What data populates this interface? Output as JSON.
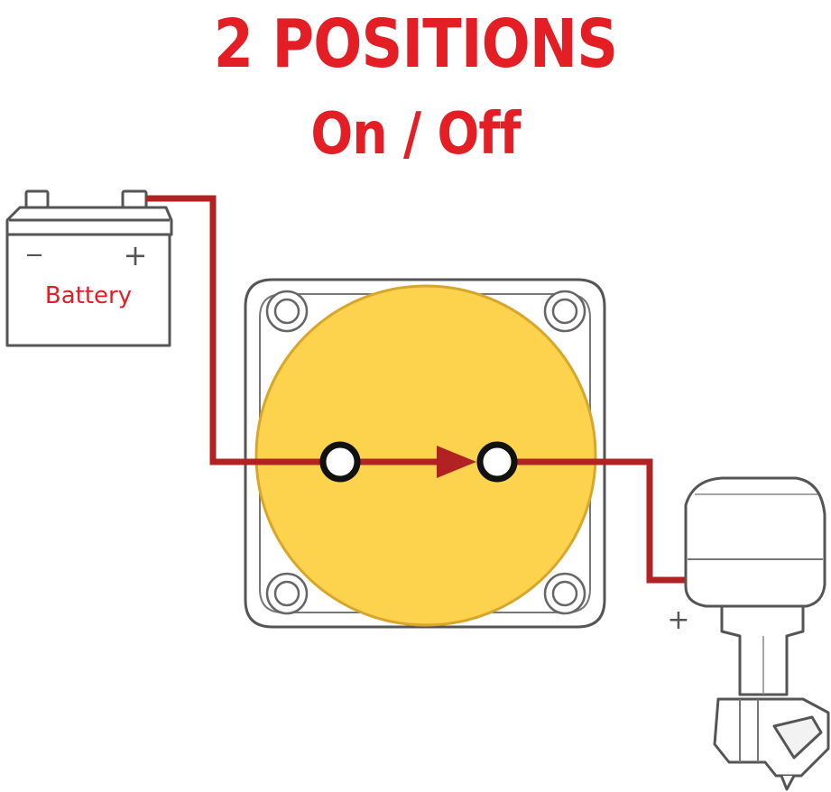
{
  "colors": {
    "title": "#e31e24",
    "wire": "#b22222",
    "switch_face": "#fdd24c",
    "switch_face_edge": "#e8b930",
    "outline": "#555555",
    "label": "#e31e24"
  },
  "header": {
    "title": "2 POSITIONS",
    "subtitle": "On / Off"
  },
  "battery": {
    "label": "Battery",
    "negative_symbol": "−",
    "positive_symbol": "+"
  },
  "motor": {
    "terminal_symbol": "+"
  },
  "icons": [
    "battery-icon",
    "battery-switch-icon",
    "outboard-motor-icon",
    "flow-arrow-icon"
  ]
}
